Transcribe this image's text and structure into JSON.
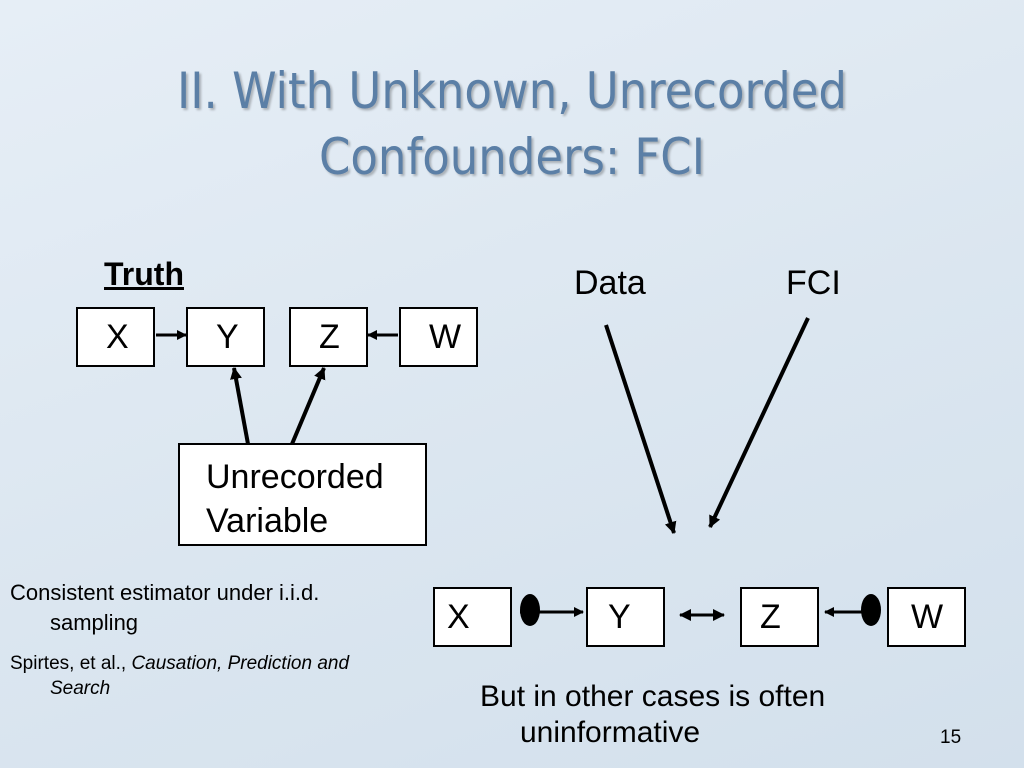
{
  "slide": {
    "title_line1": "II. With Unknown, Unrecorded",
    "title_line2": "Confounders: FCI",
    "page_number": "15"
  },
  "truth": {
    "label": "Truth",
    "nodes": {
      "x": "X",
      "y": "Y",
      "z": "Z",
      "w": "W"
    },
    "unrecorded_line1": "Unrecorded",
    "unrecorded_line2": "Variable"
  },
  "pipeline": {
    "data_label": "Data",
    "fci_label": "FCI"
  },
  "output": {
    "nodes": {
      "x": "X",
      "y": "Y",
      "z": "Z",
      "w": "W"
    }
  },
  "notes": {
    "consistent_line1": "Consistent estimator under i.i.d.",
    "consistent_line2": "sampling",
    "citation_authors": "Spirtes, et al., ",
    "citation_title_1": "Causation, Prediction and",
    "citation_title_2": "Search",
    "other_cases_line1": "But in other cases is often",
    "other_cases_line2": "uninformative"
  },
  "colors": {
    "title": "#5b7fa6",
    "background": "#dbe6f0"
  }
}
